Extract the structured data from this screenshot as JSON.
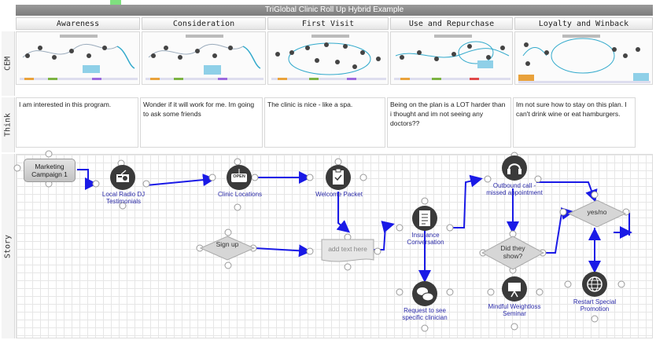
{
  "title": "TriGlobal Clinic Roll Up Hybrid Example",
  "phases": [
    "Awareness",
    "Consideration",
    "First Visit",
    "Use and Repurchase",
    "Loyalty and Winback"
  ],
  "lanes": {
    "cem": "CEM",
    "think": "Think",
    "story": "Story"
  },
  "think": [
    "I am interested in this program.",
    "Wonder if it will work for me.  Im going to ask some friends",
    "The clinic is nice - like a spa.",
    "Being on the plan is a LOT harder than i thought and im not seeing any doctors??",
    "Im not sure how to stay on this plan. I can't drink wine or eat hamburgers."
  ],
  "story": {
    "marketing_campaign": "Marketing Campaign 1",
    "radio": "Local Radio DJ Testimonials",
    "open_sign": "OPEN",
    "clinic_locations": "Clinic Locations",
    "welcome_packet": "Welcome Packet",
    "sign_up": "Sign up",
    "add_text": "add text here",
    "insurance": "Insurance Conversation",
    "request": "Request to see specific clinician",
    "outbound_call": "Outbound call - missed appointment",
    "did_they_show": "Did they show?",
    "mindful": "Mindful Weightloss Seminar",
    "yes_no": "yes/no",
    "restart": "Restart Special Promotion"
  },
  "colors": {
    "flow": "#1a1ae6",
    "node": "#3a3a3a",
    "label": "#2a2aa8"
  }
}
